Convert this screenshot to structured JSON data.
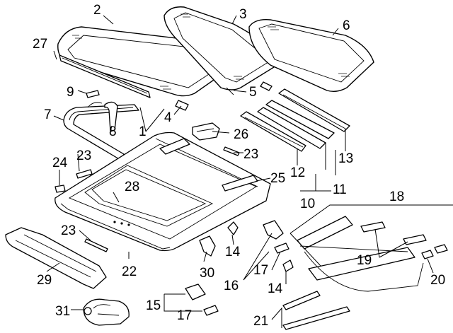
{
  "callouts": [
    {
      "id": "1",
      "label": "1"
    },
    {
      "id": "2",
      "label": "2"
    },
    {
      "id": "3",
      "label": "3"
    },
    {
      "id": "4",
      "label": "4"
    },
    {
      "id": "5",
      "label": "5"
    },
    {
      "id": "6",
      "label": "6"
    },
    {
      "id": "7",
      "label": "7"
    },
    {
      "id": "8",
      "label": "8"
    },
    {
      "id": "9",
      "label": "9"
    },
    {
      "id": "10",
      "label": "10"
    },
    {
      "id": "11",
      "label": "11"
    },
    {
      "id": "12",
      "label": "12"
    },
    {
      "id": "13",
      "label": "13"
    },
    {
      "id": "14a",
      "label": "14"
    },
    {
      "id": "14b",
      "label": "14"
    },
    {
      "id": "15",
      "label": "15"
    },
    {
      "id": "16",
      "label": "16"
    },
    {
      "id": "17a",
      "label": "17"
    },
    {
      "id": "17b",
      "label": "17"
    },
    {
      "id": "18",
      "label": "18"
    },
    {
      "id": "19",
      "label": "19"
    },
    {
      "id": "20",
      "label": "20"
    },
    {
      "id": "21",
      "label": "21"
    },
    {
      "id": "22",
      "label": "22"
    },
    {
      "id": "23a",
      "label": "23"
    },
    {
      "id": "23b",
      "label": "23"
    },
    {
      "id": "23c",
      "label": "23"
    },
    {
      "id": "24",
      "label": "24"
    },
    {
      "id": "25",
      "label": "25"
    },
    {
      "id": "26",
      "label": "26"
    },
    {
      "id": "27",
      "label": "27"
    },
    {
      "id": "28",
      "label": "28"
    },
    {
      "id": "29",
      "label": "29"
    },
    {
      "id": "30",
      "label": "30"
    },
    {
      "id": "31",
      "label": "31"
    }
  ]
}
